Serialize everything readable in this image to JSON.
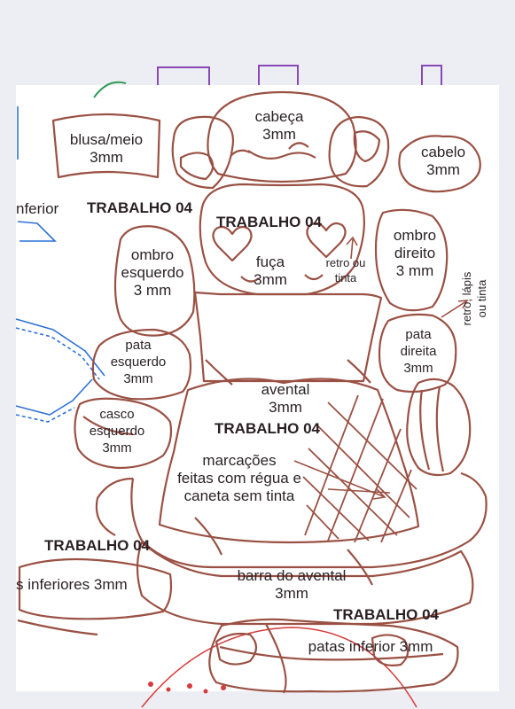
{
  "colors": {
    "outline": "#9a5144",
    "paper": "#ffffff",
    "background": "#eceef3",
    "purple": "#8a48b5",
    "blue": "#2f72d8",
    "green": "#2f9a56",
    "red": "#d83b3b"
  },
  "labels": {
    "blusa_meio": "blusa/meio\n3mm",
    "cabeca": "cabeça\n3mm",
    "cabelo": "cabelo\n3mm",
    "inferior_left": "nferior",
    "trabalho_1": "TRABALHO 04",
    "trabalho_2": "TRABALHO 04",
    "trabalho_3": "TRABALHO 04",
    "trabalho_4": "TRABALHO 04",
    "trabalho_5": "TRABALHO 04",
    "ombro_esquerdo": "ombro\nesquerdo\n3 mm",
    "fuca": "fuça\n3mm",
    "retro_ou_tinta": "retro ou\ntinta",
    "ombro_direito": "ombro\ndireito\n3 mm",
    "retro_lapis": "retro, lápis\nou tinta",
    "pata_esquerdo": "pata\nesquerdo\n3mm",
    "pata_direita": "pata\ndireita\n3mm",
    "avental": "avental\n3mm",
    "casco_esquerdo": "casco\nesquerdo\n3mm",
    "marcacoes": "marcações\nfeitas com régua e\ncaneta sem tinta",
    "inferiores": "s inferiores 3mm",
    "barra_avental": "barra do avental\n3mm",
    "patas_inferior": "patas inferior 3mm"
  }
}
